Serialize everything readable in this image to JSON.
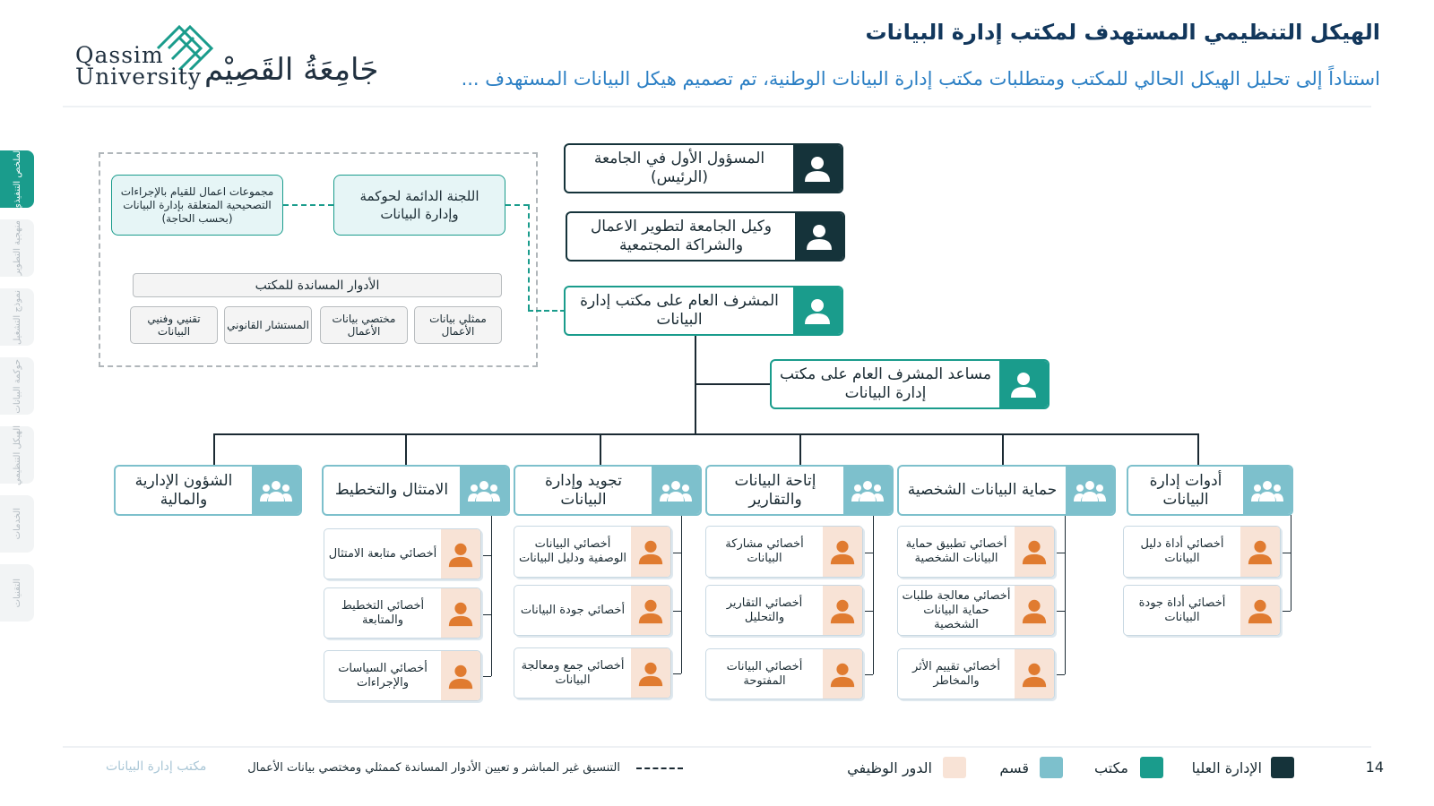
{
  "header": {
    "title": "الهيكل التنظيمي المستهدف لمكتب إدارة البيانات",
    "subtitle": "استناداً إلى تحليل الهيكل الحالي للمكتب ومتطلبات مكتب إدارة البيانات الوطنية، تم تصميم هيكل البيانات المستهدف ..."
  },
  "logo": {
    "en_line1": "Qassim",
    "en_line2": "University",
    "ar": "جَامِعَةُ القَصِيْم"
  },
  "side_tabs": [
    {
      "label": "الملخص التنفيذي",
      "active": true
    },
    {
      "label": "منهجية التطوير",
      "active": false
    },
    {
      "label": "نموذج التشغيل",
      "active": false
    },
    {
      "label": "حوكمة البيانات",
      "active": false
    },
    {
      "label": "الهيكل التنظيمي",
      "active": false
    },
    {
      "label": "الخدمات",
      "active": false
    },
    {
      "label": "التقنيات",
      "active": false
    }
  ],
  "hierarchy": {
    "president": "المسؤول الأول في الجامعة (الرئيس)",
    "vice": "وكيل الجامعة لتطوير الاعمال والشراكة المجتمعية",
    "supervisor": "المشرف العام على مكتب إدارة البيانات",
    "assistant": "مساعد المشرف العام على مكتب إدارة البيانات"
  },
  "governance": {
    "committee": "اللجنة الدائمة لحوكمة وإدارة البيانات",
    "working_groups": "مجموعات اعمال للقيام بالإجراءات التصحيحية المتعلقة بإدارة البيانات (بحسب الحاجة)",
    "support_title": "الأدوار المساندة للمكتب",
    "support_roles": [
      "ممثلي بيانات الأعمال",
      "مختصي بيانات الأعمال",
      "المستشار القانوني",
      "تقنيي وفنيي البيانات"
    ]
  },
  "departments": [
    {
      "name": "أدوات إدارة البيانات",
      "roles": [
        "أخصائي أداة دليل البيانات",
        "أخصائي أداة جودة البيانات"
      ]
    },
    {
      "name": "حماية البيانات الشخصية",
      "roles": [
        "أخصائي تطبيق حماية البيانات الشخصية",
        "أخصائي معالجة طلبات حماية البيانات الشخصية",
        "أخصائي تقييم الأثر والمخاطر"
      ]
    },
    {
      "name": "إتاحة البيانات والتقارير",
      "roles": [
        "أخصائي مشاركة البيانات",
        "أخصائي التقارير والتحليل",
        "أخصائي البيانات المفتوحة"
      ]
    },
    {
      "name": "تجويد وإدارة البيانات",
      "roles": [
        "أخصائي البيانات الوصفية ودليل البيانات",
        "أخصائي جودة البيانات",
        "أخصائي جمع ومعالجة البيانات"
      ]
    },
    {
      "name": "الامتثال والتخطيط",
      "roles": [
        "أخصائي متابعة الامتثال",
        "أخصائي التخطيط والمتابعة",
        "أخصائي السياسات والإجراءات"
      ]
    },
    {
      "name": "الشؤون الإدارية والمالية",
      "roles": []
    }
  ],
  "footer": {
    "page_number": "14",
    "legend": [
      {
        "label": "الإدارة العليا",
        "color": "#15333a"
      },
      {
        "label": "مكتب",
        "color": "#1a9c8c"
      },
      {
        "label": "قسم",
        "color": "#7dc0cc"
      },
      {
        "label": "الدور الوظيفي",
        "color": "#f8e3d6"
      }
    ],
    "dashed_note": "التنسيق غير المباشر و تعيين الأدوار المساندة كممثلي ومختصي بيانات الأعمال",
    "office_name": "مكتب إدارة البيانات"
  },
  "colors": {
    "dark": "#15333a",
    "teal": "#1a9c8c",
    "light": "#7dc0cc",
    "role": "#f8e3d6",
    "person_icon": "#e07b30",
    "title": "#12375c",
    "subtitle": "#2b7fc4"
  },
  "icons": {
    "leadership": "person-icon",
    "department": "group-icon",
    "role": "person-icon"
  }
}
